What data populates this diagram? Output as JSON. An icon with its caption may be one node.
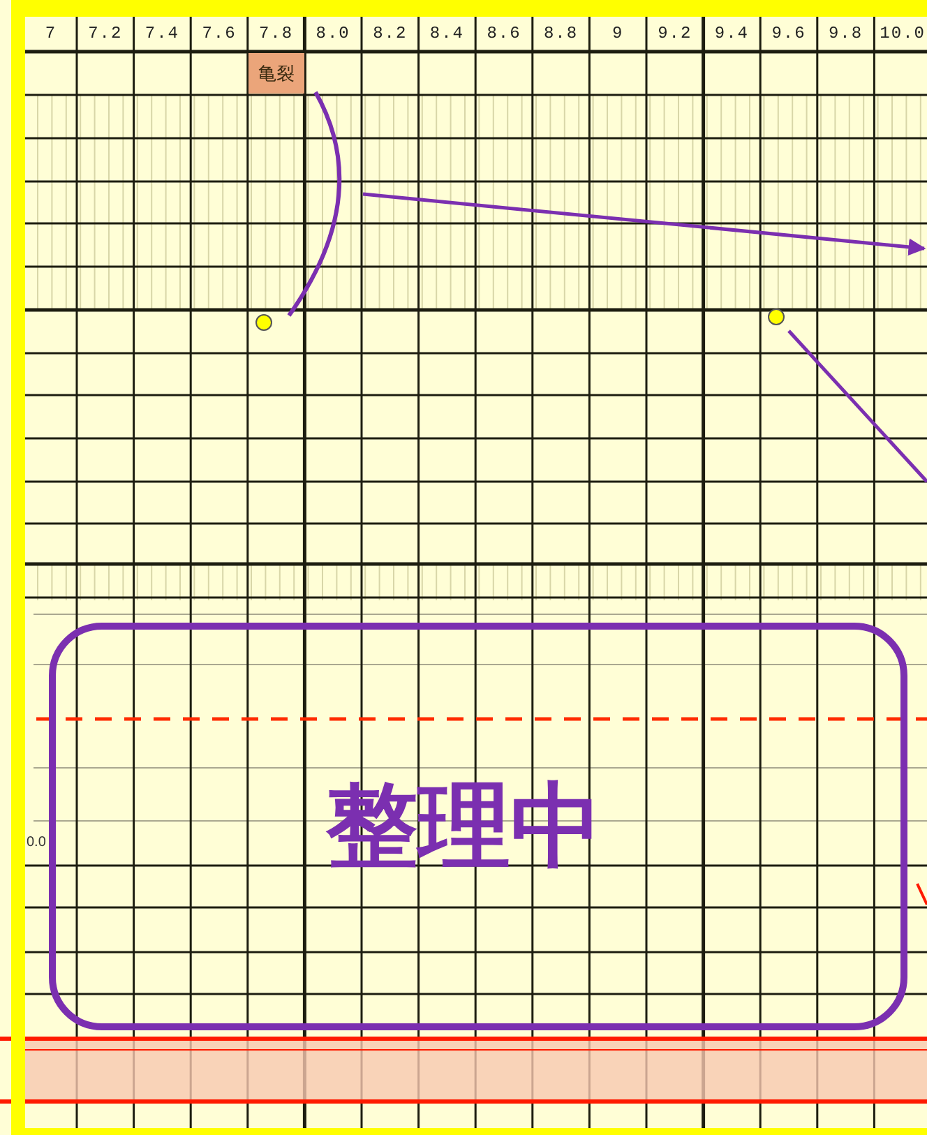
{
  "diagram": {
    "nodes": [
      {
        "text": [
          "亀裂"
        ]
      },
      {
        "text": [
          "整理中"
        ]
      }
    ],
    "labels": [
      "7",
      "7.2",
      "7.4",
      "7.6",
      "7.8",
      "8.0",
      "8.2",
      "8.4",
      "8.6",
      "8.8",
      "9",
      "9.2",
      "9.4",
      "9.6",
      "9.8",
      "10.0",
      "0.0"
    ]
  }
}
